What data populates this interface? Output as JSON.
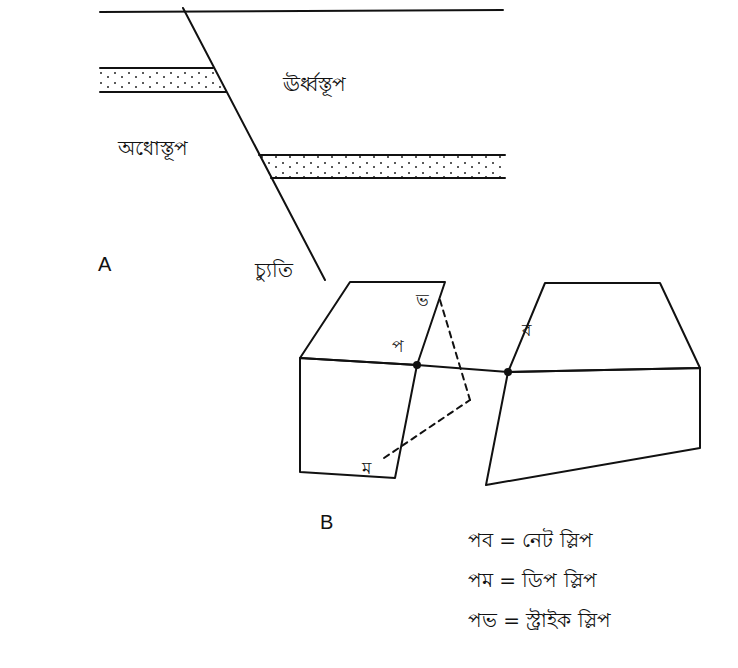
{
  "diagram": {
    "labels": [
      "ঊর্ধ্বস্তূপ",
      "অধোস্তূপ",
      "A",
      "চ্যুতি",
      "ভ",
      "প",
      "ব",
      "ম",
      "B",
      "পব = নেট স্লিপ",
      "পম = ডিপ স্লিপ",
      "পভ = স্ট্রাইক স্লিপ"
    ]
  }
}
